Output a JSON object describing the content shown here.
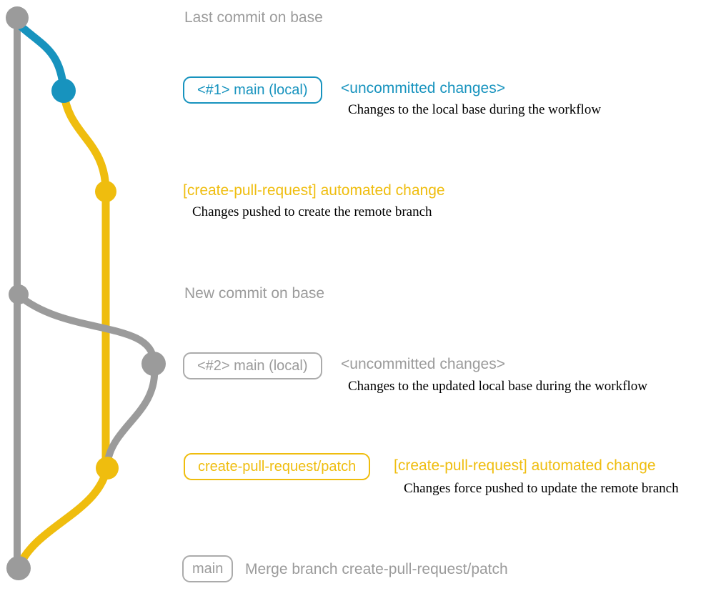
{
  "colors": {
    "gray": "#9b9b9b",
    "blue": "#1793be",
    "yellow": "#efbd0e",
    "description_text": "#000000"
  },
  "annotations": {
    "last_commit_label": "Last commit on base",
    "branch1_badge": "<#1> main (local)",
    "branch1_heading": "<uncommitted changes>",
    "branch1_description": "Changes to the local base during the workflow",
    "push1_heading": "[create-pull-request] automated change",
    "push1_description": "Changes pushed to create the remote branch",
    "new_commit_label": "New commit on base",
    "branch2_badge": "<#2> main (local)",
    "branch2_heading": "<uncommitted changes>",
    "branch2_description": "Changes to the updated local base during the workflow",
    "patch_badge": "create-pull-request/patch",
    "push2_heading": "[create-pull-request] automated change",
    "push2_description": "Changes force pushed to update the remote branch",
    "main_badge": "main",
    "merge_label": "Merge branch create-pull-request/patch"
  }
}
